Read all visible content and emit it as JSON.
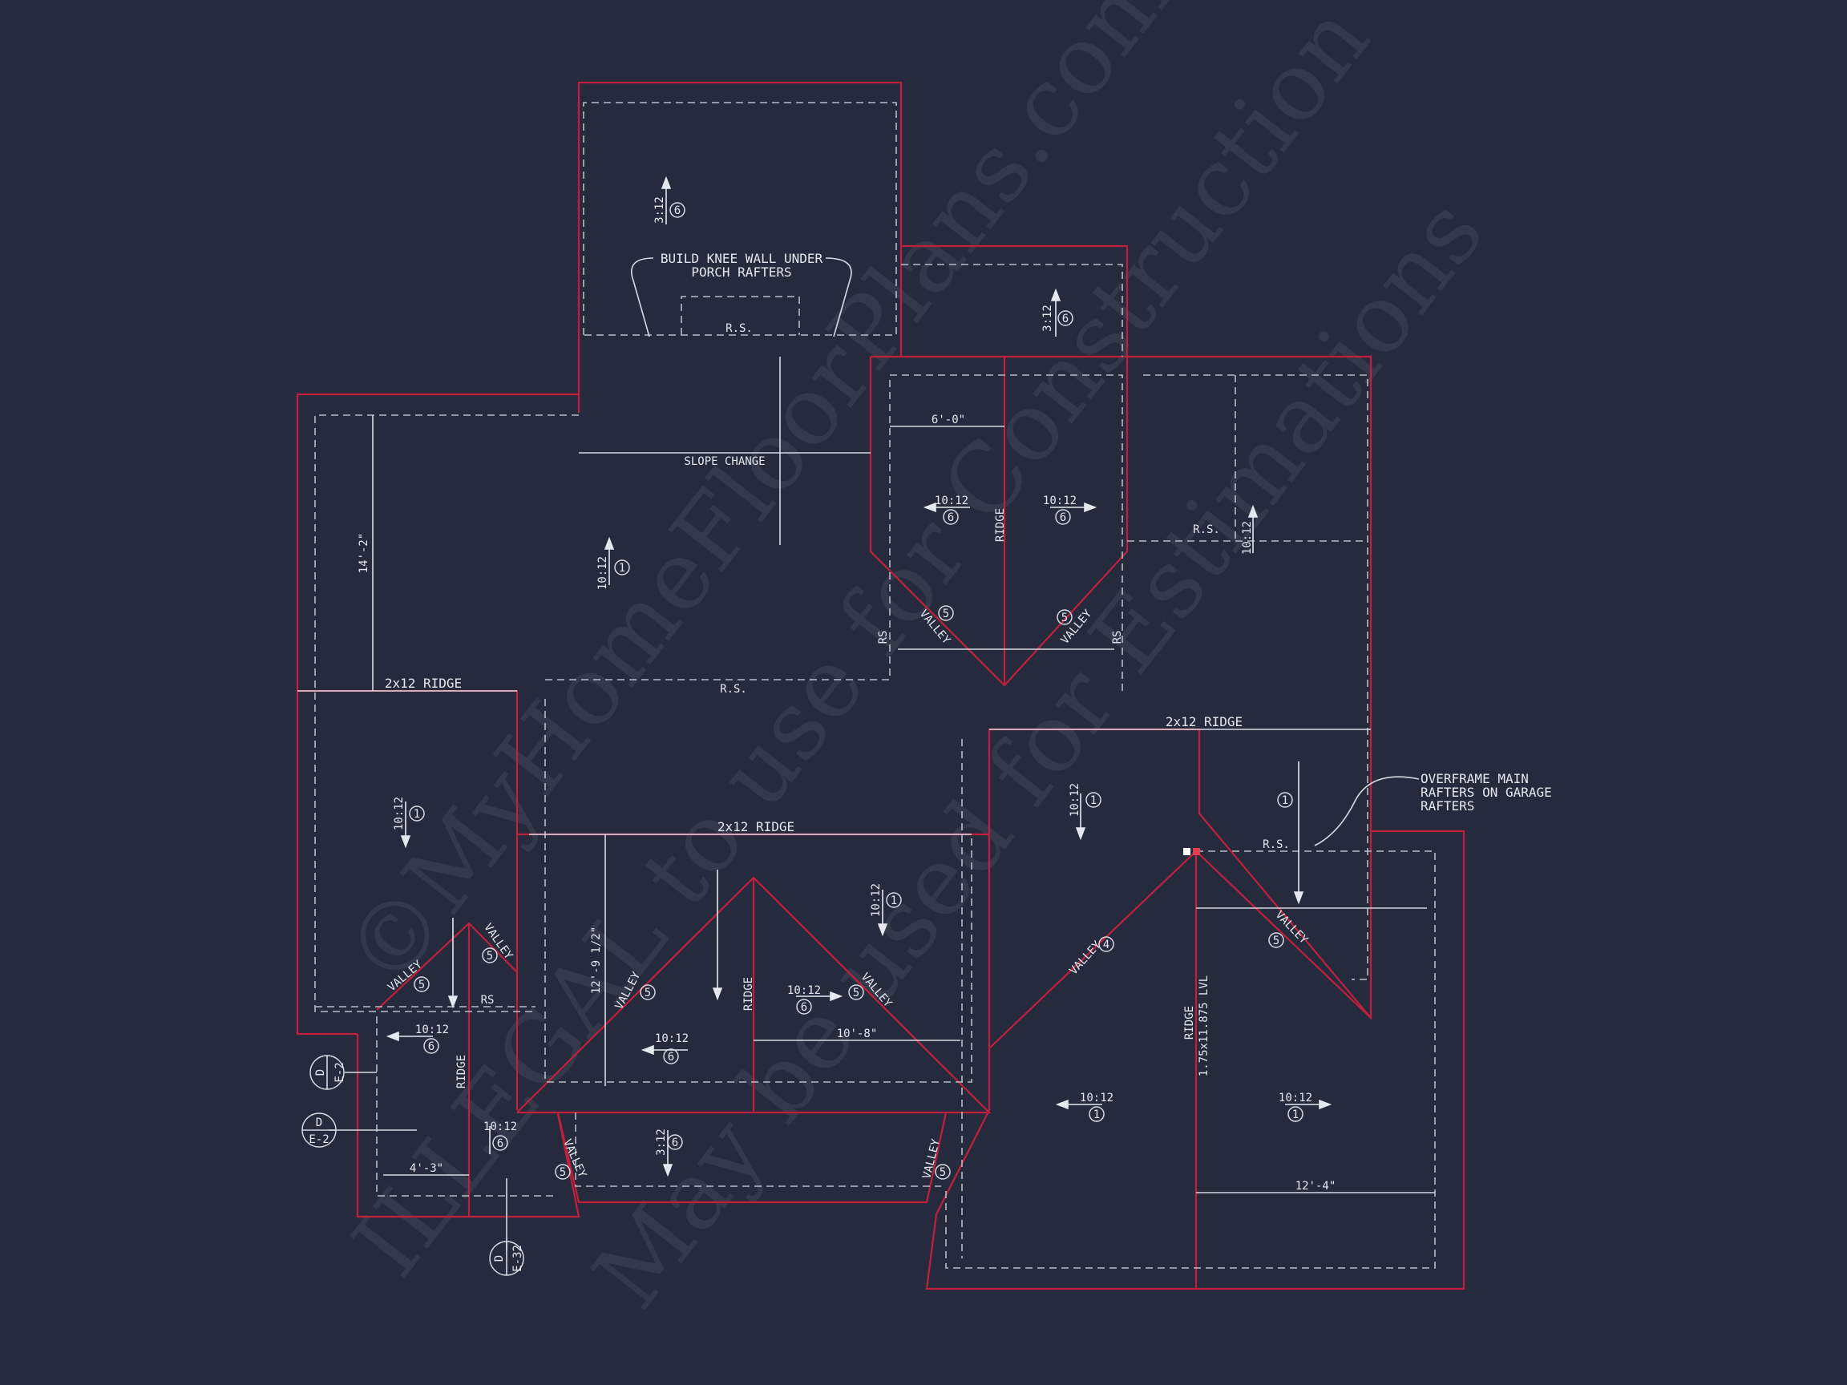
{
  "notes": {
    "knee_wall_line1": "BUILD KNEE WALL UNDER",
    "knee_wall_line2": "PORCH RAFTERS",
    "overframe_line1": "OVERFRAME MAIN",
    "overframe_line2": "RAFTERS ON GARAGE",
    "overframe_line3": "RAFTERS",
    "slope_change": "SLOPE CHANGE"
  },
  "labels": {
    "rs": "R.S.",
    "rs_short": "RS",
    "ridge_2x12": "2x12 RIDGE",
    "ridge": "RIDGE",
    "valley": "VALLEY",
    "ridge_lvl": "RIDGE",
    "lvl": "1.75x11.875 LVL"
  },
  "pitches": {
    "p3": "3:12",
    "p10": "10:12"
  },
  "callouts": {
    "c1": "1",
    "c4": "4",
    "c5": "5",
    "c6": "6"
  },
  "dimensions": {
    "d_6_0": "6'-0\"",
    "d_14_2": "14'-2\"",
    "d_12_9": "12'-9 1/2\"",
    "d_10_8": "10'-8\"",
    "d_4_3": "4'-3\"",
    "d_12_4": "12'-4\""
  },
  "section_marks": {
    "letter": "D",
    "e2": "E-2",
    "e32": "E-32"
  },
  "watermark": {
    "line1": "©MyHomeFloorPlans.com",
    "line2": "ILLEGAL to use for Construction",
    "line3": "May be used for Estimations"
  },
  "colors": {
    "background": "#252a3c",
    "roof_outline": "#c0203c",
    "linework": "#d8dae2"
  }
}
